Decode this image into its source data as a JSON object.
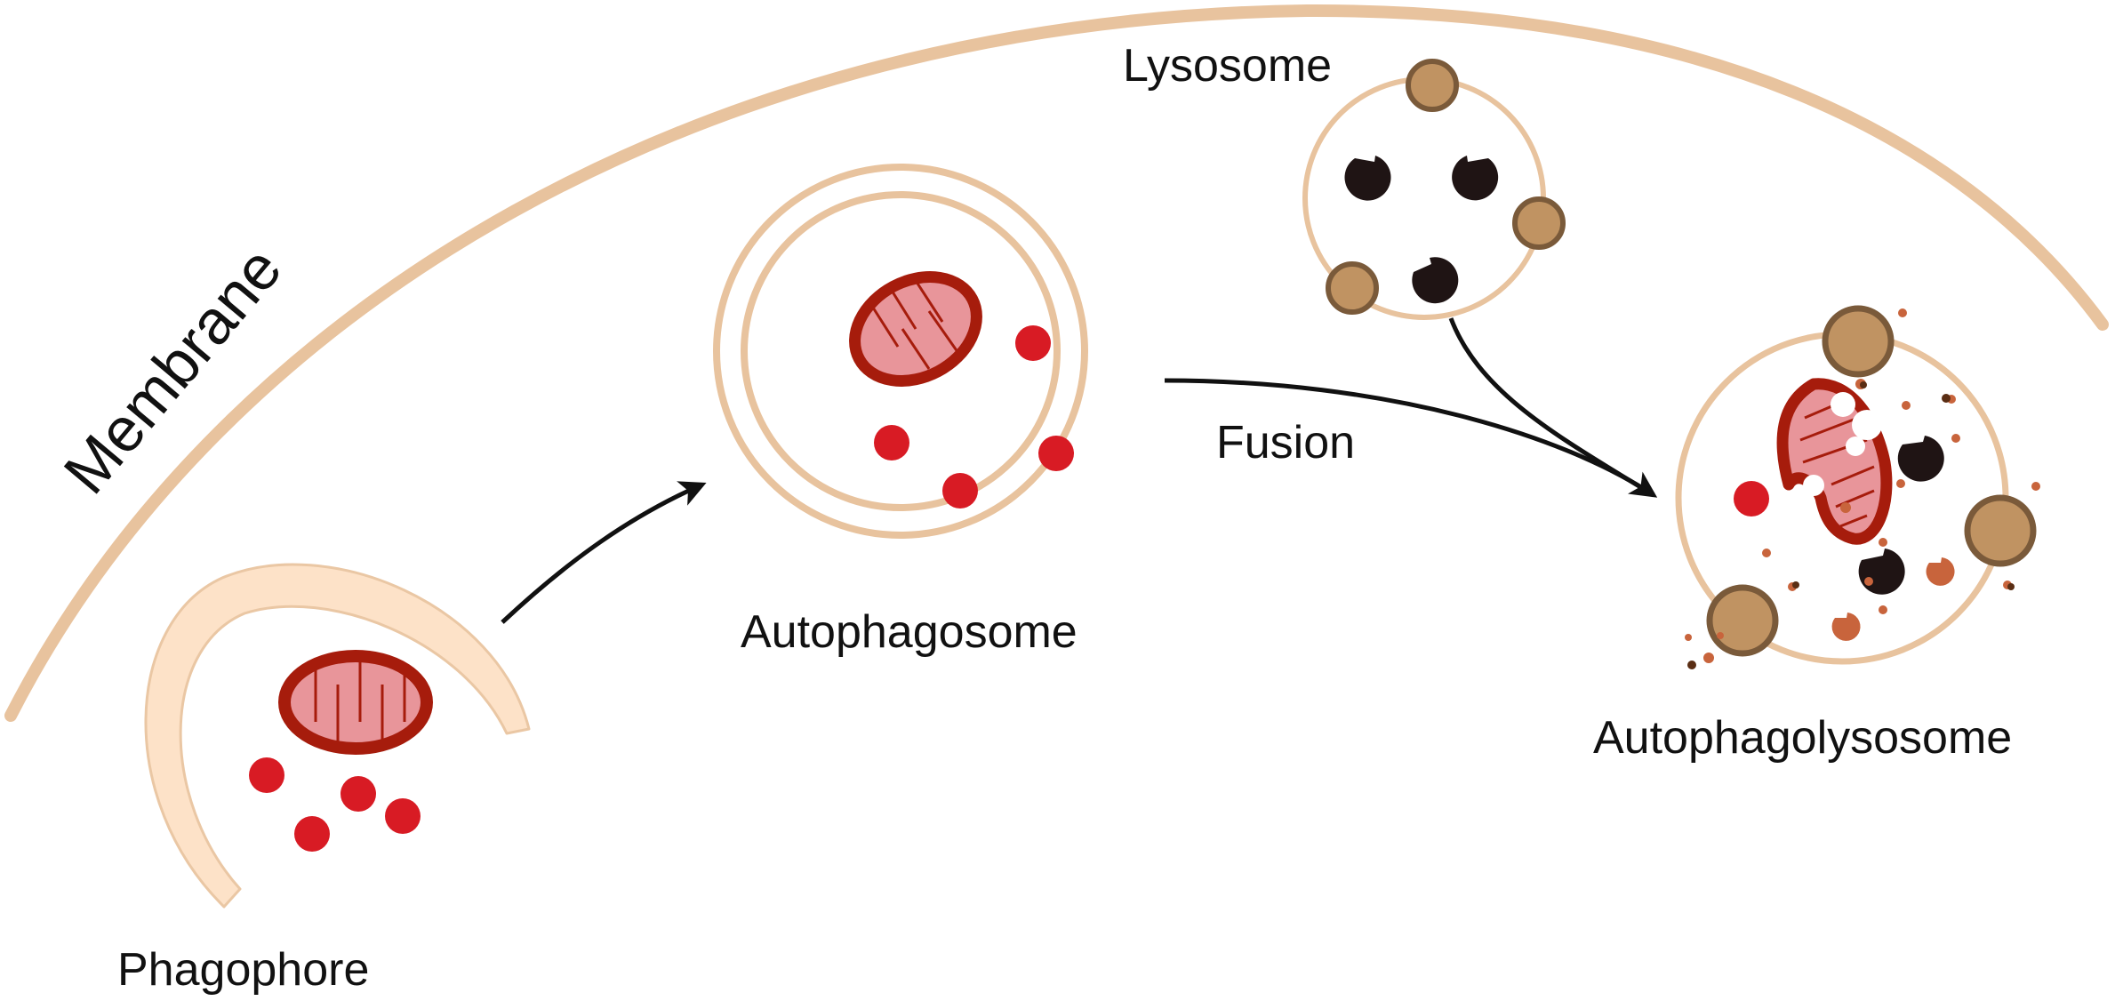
{
  "labels": {
    "membrane": "Membrane",
    "phagophore": "Phagophore",
    "autophagosome": "Autophagosome",
    "lysosome": "Lysosome",
    "fusion": "Fusion",
    "autophagolysosome": "Autophagolysosome"
  },
  "colors": {
    "membrane": "#e8c39e",
    "phagophore_fill": "#fde2c8",
    "mito_outer": "#a61c0c",
    "mito_inner": "#e8959a",
    "cargo_dot": "#d81b24",
    "enzyme": "#1f1414",
    "granule": "#c09362",
    "granule_edge": "#7a5a3a",
    "debris": "#c8643c"
  }
}
